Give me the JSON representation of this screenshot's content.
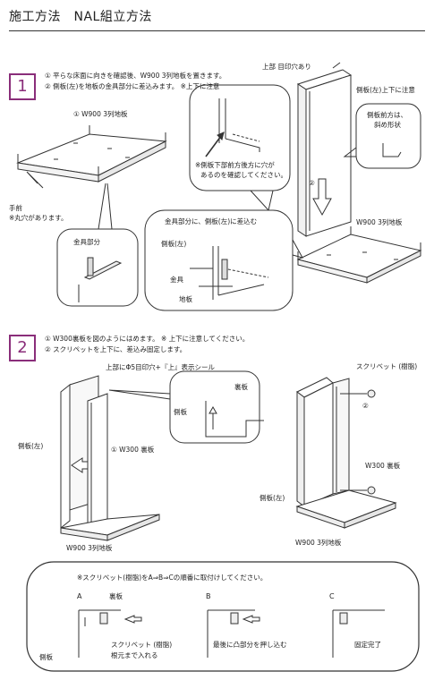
{
  "page": {
    "title": "施工方法　NAL組立方法"
  },
  "step1": {
    "number": "1",
    "line1": "① 平らな床面に向きを確認後、W900 3列地板を置きます。",
    "line2": "② 側板(左)を地板の金具部分に差込みます。 ※上下に注意",
    "floor_label": "① W900 3列地板",
    "front_callout_title": "手前",
    "front_callout_note": "※丸穴があります。",
    "bracket_callout": "金具部分",
    "hole_note_1": "※側板下部前方後方に穴が",
    "hole_note_2": "あるのを確認してください。",
    "top_mark": "上部 目印穴あり",
    "side_updown": "側板(左)上下に注意",
    "side_front_1": "側板前方は、",
    "side_front_2": "斜め形状",
    "circle2": "②",
    "insert_title": "金具部分に、側板(左)に差込む",
    "insert_side": "側板(左)",
    "insert_bracket": "金具",
    "insert_floor": "地板",
    "floor_label_right": "W900 3列地板"
  },
  "step2": {
    "number": "2",
    "line1": "① W300裏板を図のようにはめます。 ※ 上下に注意してください。",
    "line2": "② スクリペットを上下に、差込み固定します。",
    "seal_note": "上部にΦ5目印穴+『上』表示シール",
    "back_panel_short": "裏板",
    "side_short": "側板",
    "side_left": "側板(左)",
    "back_label": "① W300 裏板",
    "floor_label": "W900 3列地板",
    "rivet_label": "スクリベット (樹脂)",
    "circle2": "②",
    "back_label_right": "W300 裏板",
    "side_left_right": "側板(左)",
    "floor_label_right": "W900 3列地板"
  },
  "bottom": {
    "note": "※スクリベット(樹脂)をA⇒B⇒Cの順番に取付けしてください。",
    "a": "A",
    "b": "B",
    "c": "C",
    "a_back": "裏板",
    "a_side": "側板",
    "a_rivet_1": "スクリベット (樹脂)",
    "a_rivet_2": "根元まで入れる",
    "b_text": "最後に凸部分を押し込む",
    "c_text": "固定完了"
  }
}
